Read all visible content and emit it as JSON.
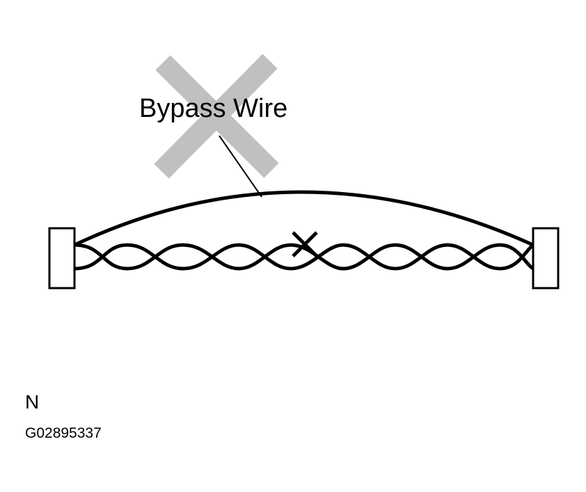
{
  "diagram": {
    "callout_label": "Bypass Wire",
    "caption_mark": "N",
    "figure_id": "G02895337",
    "icons": {
      "prohibited": "large-gray-x-icon",
      "cut_point": "small-black-x-icon"
    },
    "colors": {
      "prohibited_mark": "#c0c0c0",
      "lines": "#000000",
      "background": "#ffffff"
    }
  }
}
